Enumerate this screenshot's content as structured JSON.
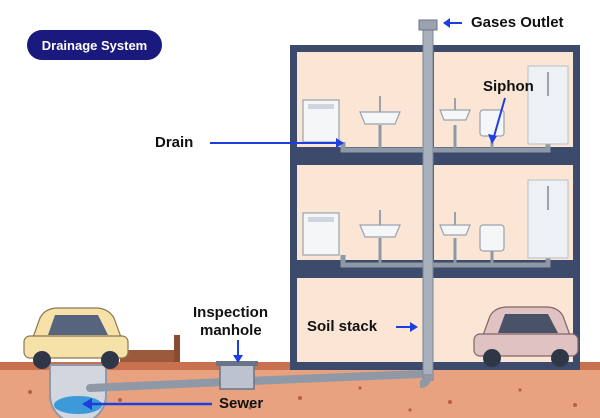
{
  "title": "Drainage System",
  "labels": {
    "gases_outlet": "Gases Outlet",
    "siphon": "Siphon",
    "drain": "Drain",
    "inspection_manhole": [
      "Inspection",
      "manhole"
    ],
    "soil_stack": "Soil stack",
    "sewer": "Sewer"
  },
  "colors": {
    "title_badge": "#1a1a7e",
    "arrow": "#1d3fe0",
    "wall": "#3c4a6b",
    "room": "#fbe6d6",
    "pipe": "#8f98a6",
    "soil": "#e8a27f",
    "water": "#3c9ad8"
  }
}
